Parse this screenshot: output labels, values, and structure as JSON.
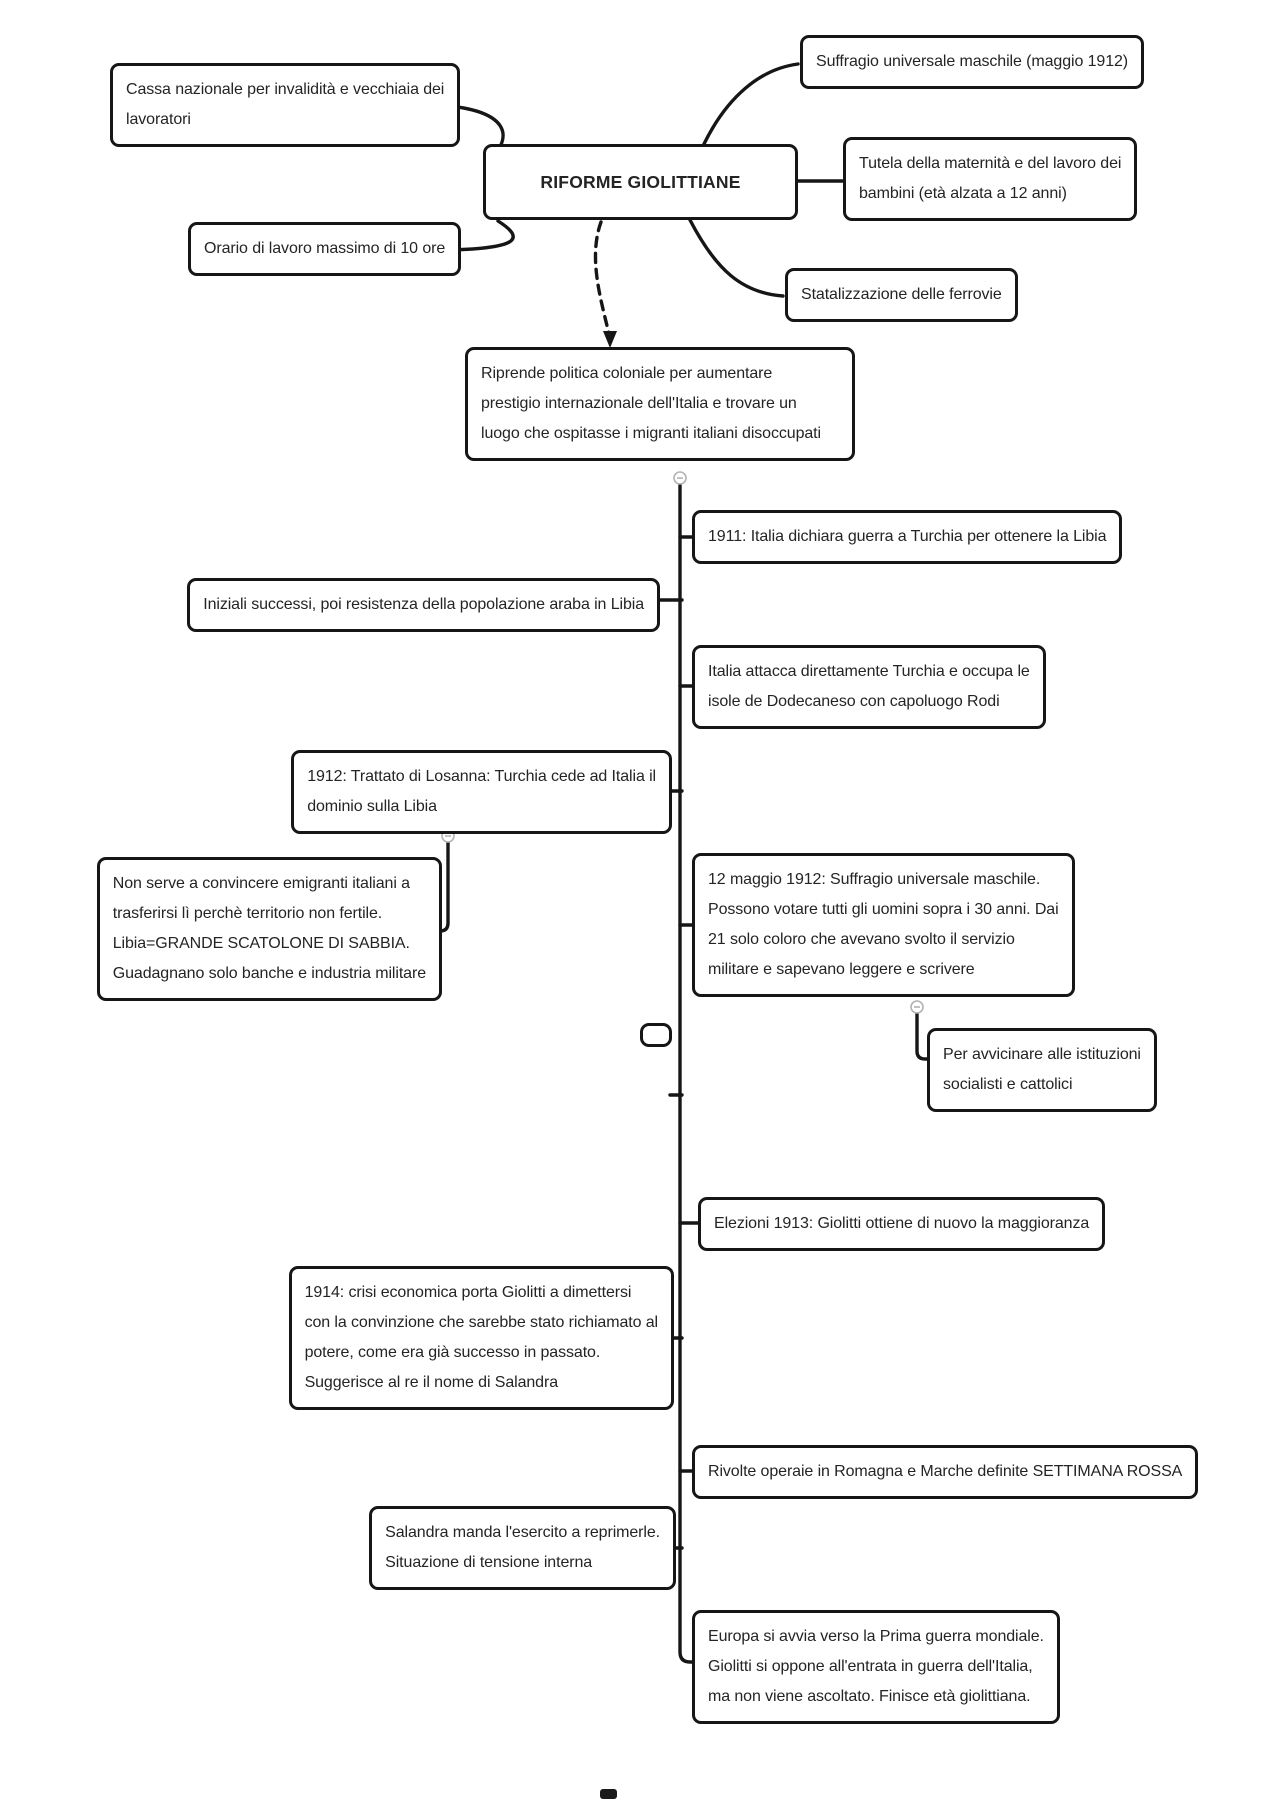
{
  "diagram": {
    "title": "RIFORME GIOLITTIANE",
    "reforms": {
      "cassa": "Cassa nazionale per invalidità e vecchiaia dei\nlavoratori",
      "orario": "Orario di lavoro massimo di 10 ore",
      "suffragio": "Suffragio universale maschile (maggio 1912)",
      "tutela": "Tutela della maternità e del lavoro dei\nbambini (età alzata a 12 anni)",
      "ferrovie": "Statalizzazione delle ferrovie"
    },
    "colonial": "Riprende politica coloniale per aumentare\nprestigio internazionale dell'Italia e trovare un\nluogo che ospitasse i migranti italiani disoccupati",
    "timeline": {
      "guerra_1911": "1911: Italia dichiara guerra a Turchia per ottenere la Libia",
      "successi": "Iniziali successi, poi resistenza della popolazione araba in Libia",
      "attacco": "Italia attacca direttamente Turchia e occupa le\nisole de Dodecaneso con capoluogo Rodi",
      "losanna": "1912: Trattato di Losanna: Turchia cede ad Italia il\ndominio sulla Libia",
      "scatolone": "Non serve a convincere emigranti italiani a\ntrasferirsi lì perchè territorio non fertile.\nLibia=GRANDE SCATOLONE DI SABBIA.\nGuadagnano solo banche e industria militare",
      "suffragio_1912": "12 maggio 1912: Suffragio universale maschile.\nPossono votare tutti gli uomini sopra i 30 anni. Dai\n21 solo coloro che avevano svolto il servizio\nmilitare e sapevano leggere e scrivere",
      "avvicinare": "Per avvicinare alle istituzioni\nsocialisti e cattolici",
      "elezioni": "Elezioni 1913: Giolitti ottiene di nuovo la maggioranza",
      "crisi_1914": "1914: crisi economica porta Giolitti a dimettersi\ncon la convinzione che sarebbe stato richiamato al\npotere, come era già successo in passato.\nSuggerisce al re il nome di Salandra",
      "settimana_rossa": "Rivolte operaie in Romagna e Marche definite SETTIMANA ROSSA",
      "salandra": "Salandra manda l'esercito a reprimerle.\nSituazione di tensione interna",
      "guerra_mondiale": "Europa si avvia verso la Prima guerra mondiale.\nGiolitti si oppone all'entrata in guerra dell'Italia,\nma non viene ascoltato. Finisce età giolittiana."
    },
    "icons": {
      "collapse_toggle": "minus"
    },
    "colors": {
      "line": "#161616",
      "box_border": "#161616",
      "box_bg": "#ffffff",
      "text": "#242424",
      "toggle_ring": "#b3b3b3"
    }
  }
}
